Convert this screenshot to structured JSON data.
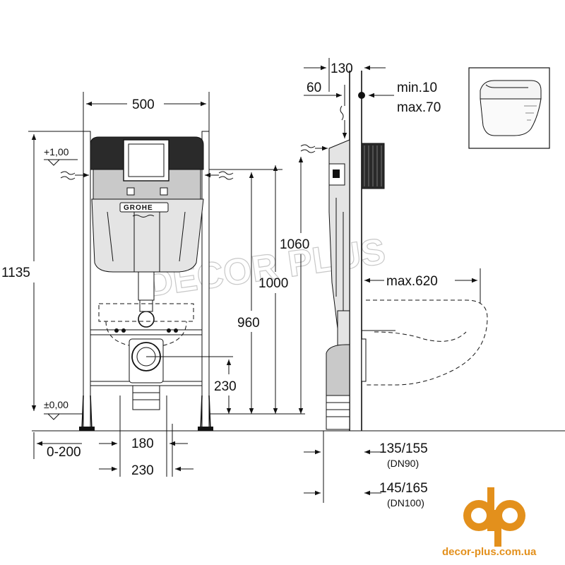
{
  "dimensions": {
    "frame_width": "500",
    "frame_height": "1135",
    "top_level": "+1,00",
    "floor_level": "±0,00",
    "height_1060": "1060",
    "height_1000": "1000",
    "height_960": "960",
    "height_230": "230",
    "offset_range": "0-200",
    "spacing_180": "180",
    "spacing_230": "230",
    "depth_130": "130",
    "depth_60": "60",
    "wall_min": "min.10",
    "wall_max": "max.70",
    "bowl_max": "max.620",
    "drain_small": "135/155",
    "drain_small_dn": "(DN90)",
    "drain_large": "145/165",
    "drain_large_dn": "(DN100)"
  },
  "brand": {
    "cistern_logo": "GROHE",
    "watermark": "DECOR PLUS",
    "logo_text": "dp",
    "website": "decor-plus.com.ua"
  },
  "colors": {
    "brand_orange": "#e3901c",
    "line": "#111111"
  },
  "icons": [
    "water-inlet-icon",
    "level-marker-icon",
    "toilet-bowl-thumbnail-icon"
  ]
}
